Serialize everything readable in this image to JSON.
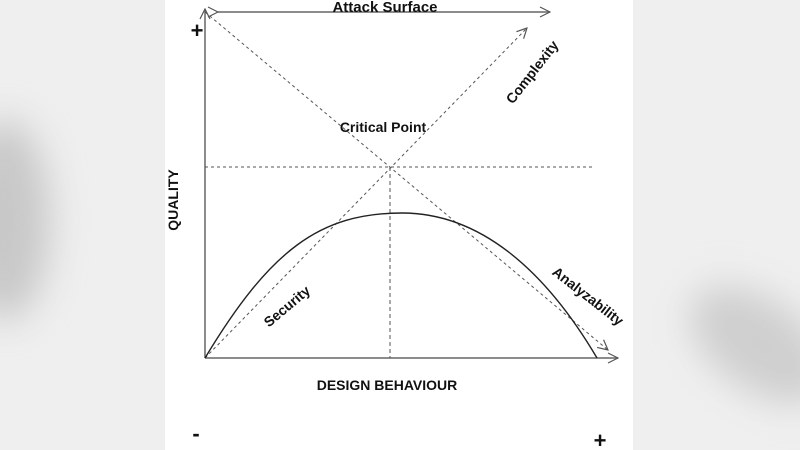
{
  "diagram": {
    "top_label": "Attack Surface",
    "y_axis_label": "QUALITY",
    "x_axis_label": "DESIGN BEHAVIOUR",
    "critical_point_label": "Critical Point",
    "curves": {
      "complexity": "Complexity",
      "security": "Security",
      "analyzability": "Analyzability"
    },
    "markers": {
      "y_top_plus": "+",
      "x_left_minus": "-",
      "x_right_plus": "+"
    }
  },
  "colors": {
    "line": "#555555",
    "text": "#111111",
    "panel": "#ffffff"
  }
}
